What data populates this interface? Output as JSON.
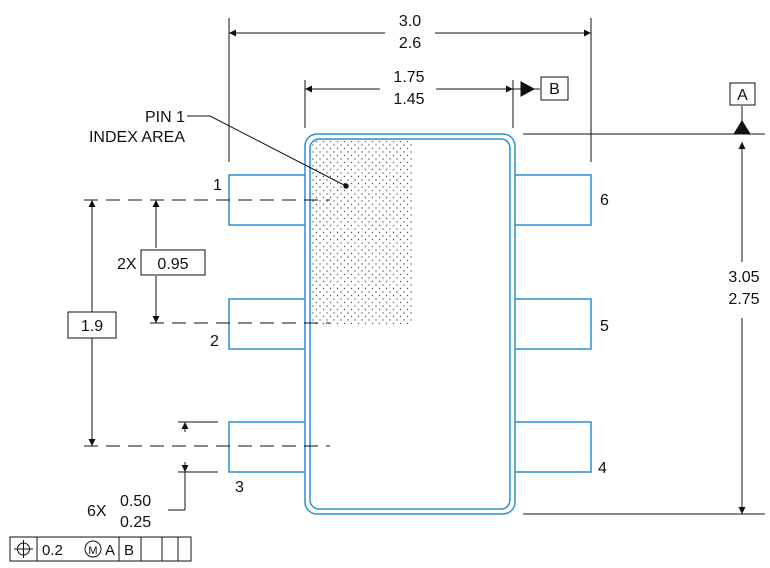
{
  "dimensions": {
    "overall_width": {
      "max": "3.0",
      "min": "2.6"
    },
    "body_width": {
      "max": "1.75",
      "min": "1.45"
    },
    "body_length": {
      "max": "3.05",
      "min": "2.75"
    },
    "pin_pitch": {
      "count": "2X",
      "value": "0.95"
    },
    "pin_span": {
      "value": "1.9"
    },
    "lead_width": {
      "count": "6X",
      "max": "0.50",
      "min": "0.25"
    }
  },
  "datums": {
    "a": "A",
    "b": "B"
  },
  "pin1_note": {
    "line1": "PIN 1",
    "line2": "INDEX AREA"
  },
  "pins": {
    "p1": "1",
    "p2": "2",
    "p3": "3",
    "p4": "4",
    "p5": "5",
    "p6": "6"
  },
  "feature_control_frame": {
    "symbol": "position-icon",
    "tolerance": "0.2",
    "modifier": "M",
    "datum1": "A",
    "datum2": "B"
  },
  "colors": {
    "outline": "#2a8fd6",
    "lines": "#111111"
  }
}
